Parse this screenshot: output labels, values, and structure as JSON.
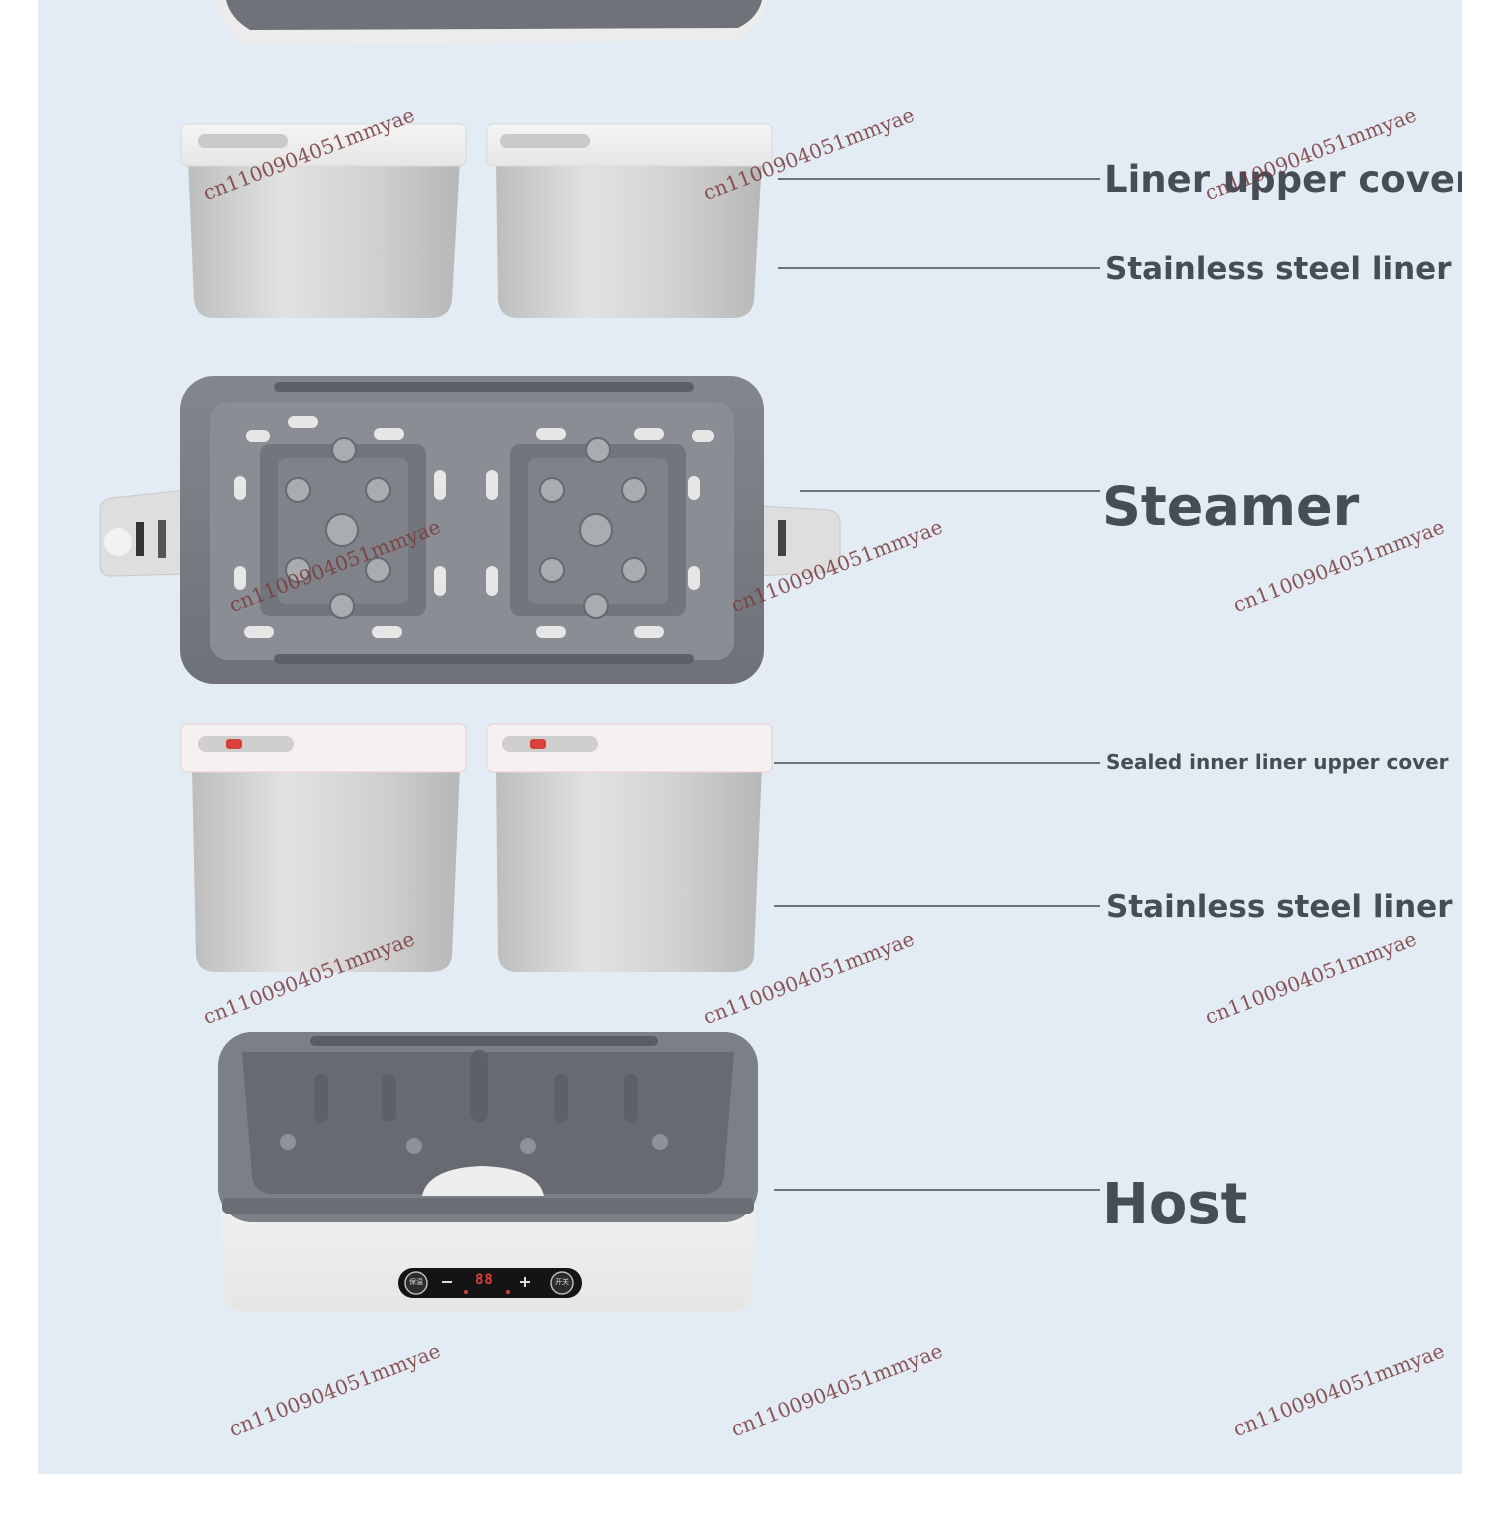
{
  "labels": {
    "liner_upper_cover": "Liner upper cover",
    "stainless_liner_top": "Stainless steel liner",
    "steamer": "Steamer",
    "sealed_cover": "Sealed inner liner upper cover",
    "stainless_liner_bottom": "Stainless steel liner",
    "host": "Host"
  },
  "control_panel": {
    "left_button": "保温",
    "display": "88",
    "right_button": "开关"
  },
  "watermark": "cn1100904051mmyae",
  "colors": {
    "background": "#e3ebf4",
    "label_text": "#474d57",
    "tray_gray": "#7b7f86",
    "liner_steel": "#d4d4d4",
    "indicator_red": "#d9413d",
    "watermark": "#7a3a3a"
  }
}
